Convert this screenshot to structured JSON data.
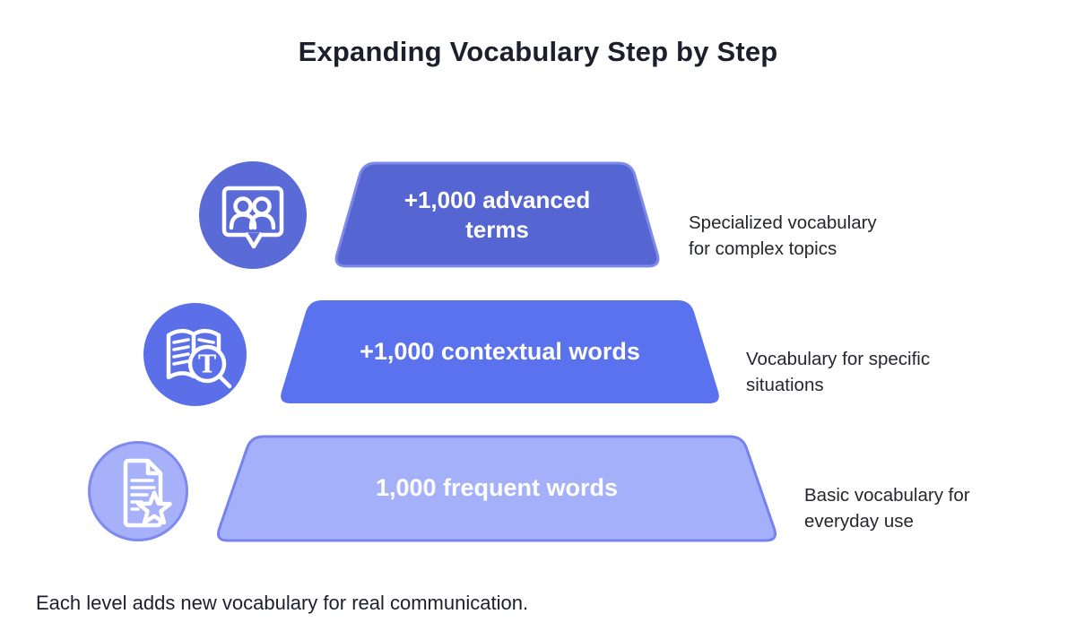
{
  "title": "Expanding Vocabulary Step by Step",
  "footer": "Each level adds new vocabulary for real communication.",
  "colors": {
    "top_blue": "#5566d3",
    "top_border": "#7e8ae8",
    "middle_blue": "#5b72ee",
    "bottom_blue": "#a5b0fa",
    "bottom_border": "#7683ef",
    "icon_circle_top": "#5a6bd8",
    "icon_circle_middle": "#5b6fe8",
    "icon_circle_bottom": "#a6b1fa",
    "text_dark": "#1e1f2d",
    "text_white": "#ffffff"
  },
  "levels": [
    {
      "label": "+1,000 advanced terms",
      "description": "Specialized vocabulary for complex topics",
      "icon": "speech-bubble-people-icon"
    },
    {
      "label": "+1,000 contextual words",
      "description": "Vocabulary for specific situations",
      "icon": "book-magnifier-icon",
      "icon_letter": "T"
    },
    {
      "label": "1,000 frequent words",
      "description": "Basic vocabulary for everyday use",
      "icon": "document-star-icon"
    }
  ]
}
